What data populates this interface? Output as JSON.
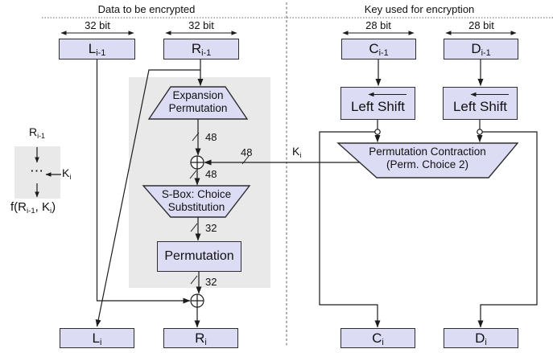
{
  "header": {
    "left_title": "Data to be encrypted",
    "right_title": "Key used for encryption"
  },
  "data_side": {
    "bit_left": "32 bit",
    "bit_right": "32 bit",
    "l_prev_base": "L",
    "l_prev_sub": "i-1",
    "r_prev_base": "R",
    "r_prev_sub": "i-1",
    "expansion_line1": "Expansion",
    "expansion_line2": "Permutation",
    "sbox_line1": "S-Box: Choice",
    "sbox_line2": "Substitution",
    "permutation_label": "Permutation",
    "bus_48_expansion": "48",
    "bus_48_key": "48",
    "bus_48_xor": "48",
    "bus_32_sbox": "32",
    "bus_32_perm": "32",
    "l_next_base": "L",
    "l_next_sub": "i",
    "r_next_base": "R",
    "r_next_sub": "i"
  },
  "key_side": {
    "bit_left": "28 bit",
    "bit_right": "28 bit",
    "c_prev_base": "C",
    "c_prev_sub": "i-1",
    "d_prev_base": "D",
    "d_prev_sub": "i-1",
    "left_shift_c": "Left Shift",
    "left_shift_d": "Left Shift",
    "perm_contraction_line1": "Permutation Contraction",
    "perm_contraction_line2": "(Perm. Choice 2)",
    "k_base": "K",
    "k_sub": "i",
    "c_next_base": "C",
    "c_next_sub": "i",
    "d_next_base": "D",
    "d_next_sub": "i"
  },
  "legend": {
    "r_base": "R",
    "r_sub": "i-1",
    "dots": "⋯",
    "k_base": "K",
    "k_sub": "i",
    "f_p1": "f(R",
    "f_s1": "i-1",
    "f_p2": ", K",
    "f_s2": "i",
    "f_p3": ")"
  },
  "colors": {
    "box_fill": "#dcdcf5",
    "box_border": "#2e2e2e",
    "panel_gray": "#e9e9e9",
    "line": "#1c1c1c"
  }
}
